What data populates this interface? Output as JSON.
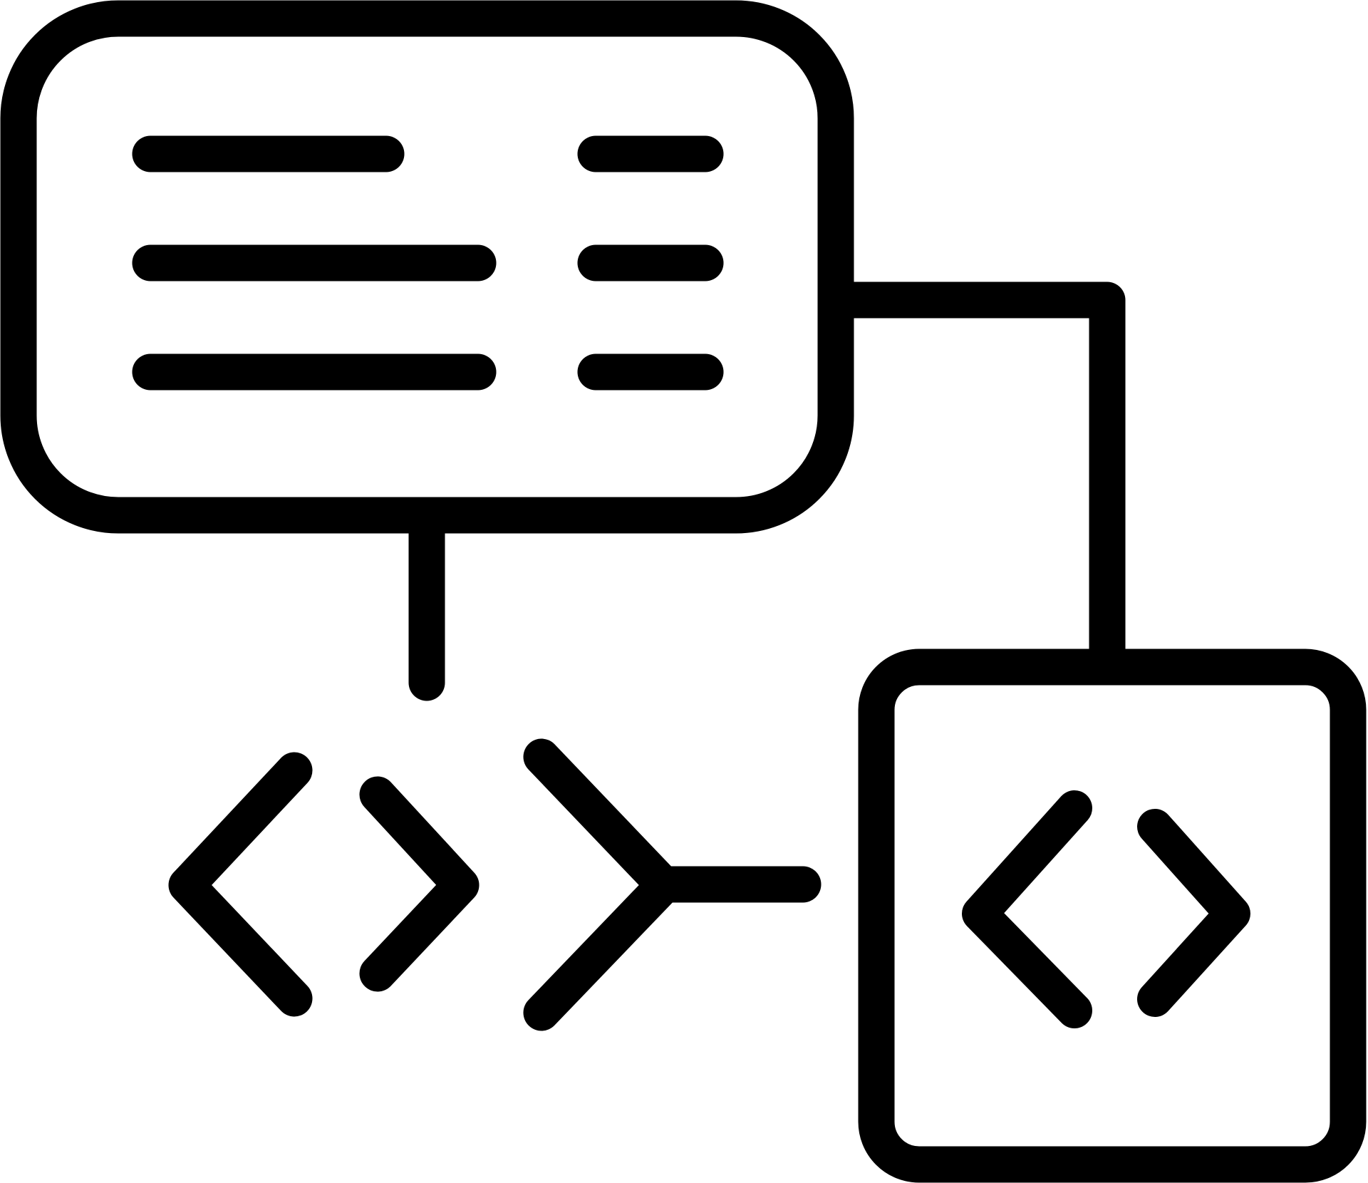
{
  "icon": {
    "name": "code-structure-diagram",
    "stroke_color": "#000000",
    "background_color": "#ffffff",
    "parts": [
      "document-panel",
      "text-lines",
      "connector-lines",
      "code-brackets",
      "code-box"
    ]
  }
}
